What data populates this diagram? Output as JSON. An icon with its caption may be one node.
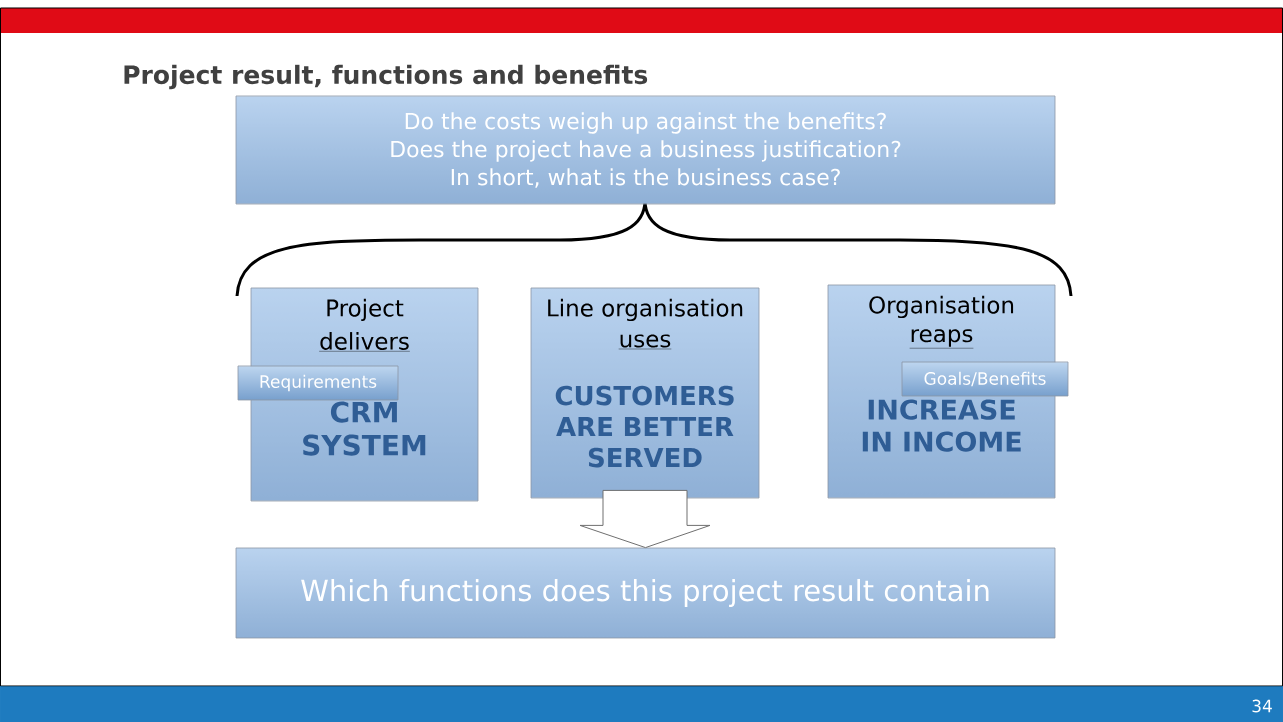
{
  "diagram": {
    "title": "Project result, functions and benefits",
    "nodes": [
      {
        "text": [
          "Do the costs weigh up against the benefits?",
          "Does the project have a business justification?",
          "In short, what is the business case?"
        ]
      },
      {
        "text": [
          "Project",
          "delivers",
          "CRM SYSTEM"
        ]
      },
      {
        "text": [
          "Requirements"
        ]
      },
      {
        "text": [
          "Line organisation",
          "uses",
          "CUSTOMERS ARE BETTER SERVED"
        ]
      },
      {
        "text": [
          "Organisation",
          "reaps",
          "INCREASE IN INCOME"
        ]
      },
      {
        "text": [
          "Goals/Benefits"
        ]
      },
      {
        "text": [
          "Which functions does this project result contain"
        ]
      }
    ],
    "edges": [
      {
        "from": 3,
        "to": 6,
        "arrow": "to"
      }
    ],
    "labels": [
      "34"
    ]
  }
}
